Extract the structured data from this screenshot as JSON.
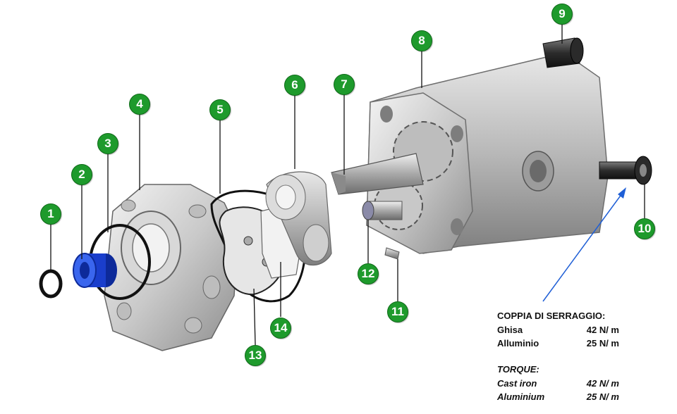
{
  "callouts": [
    "1",
    "2",
    "3",
    "4",
    "5",
    "6",
    "7",
    "8",
    "9",
    "10",
    "11",
    "12",
    "13",
    "14"
  ],
  "colors": {
    "callout": "#1e9a2c",
    "seal_blue": "#1a3ecc",
    "arrow": "#1f5fd6"
  },
  "torque_it": {
    "heading": "COPPIA DI SERRAGGIO:",
    "rows": [
      {
        "label": "Ghisa",
        "value": "42 N/ m"
      },
      {
        "label": "Alluminio",
        "value": "25 N/ m"
      }
    ]
  },
  "torque_en": {
    "heading": "TORQUE:",
    "rows": [
      {
        "label": "Cast iron",
        "value": "42 N/ m"
      },
      {
        "label": "Aluminium",
        "value": "25 N/ m"
      }
    ]
  }
}
